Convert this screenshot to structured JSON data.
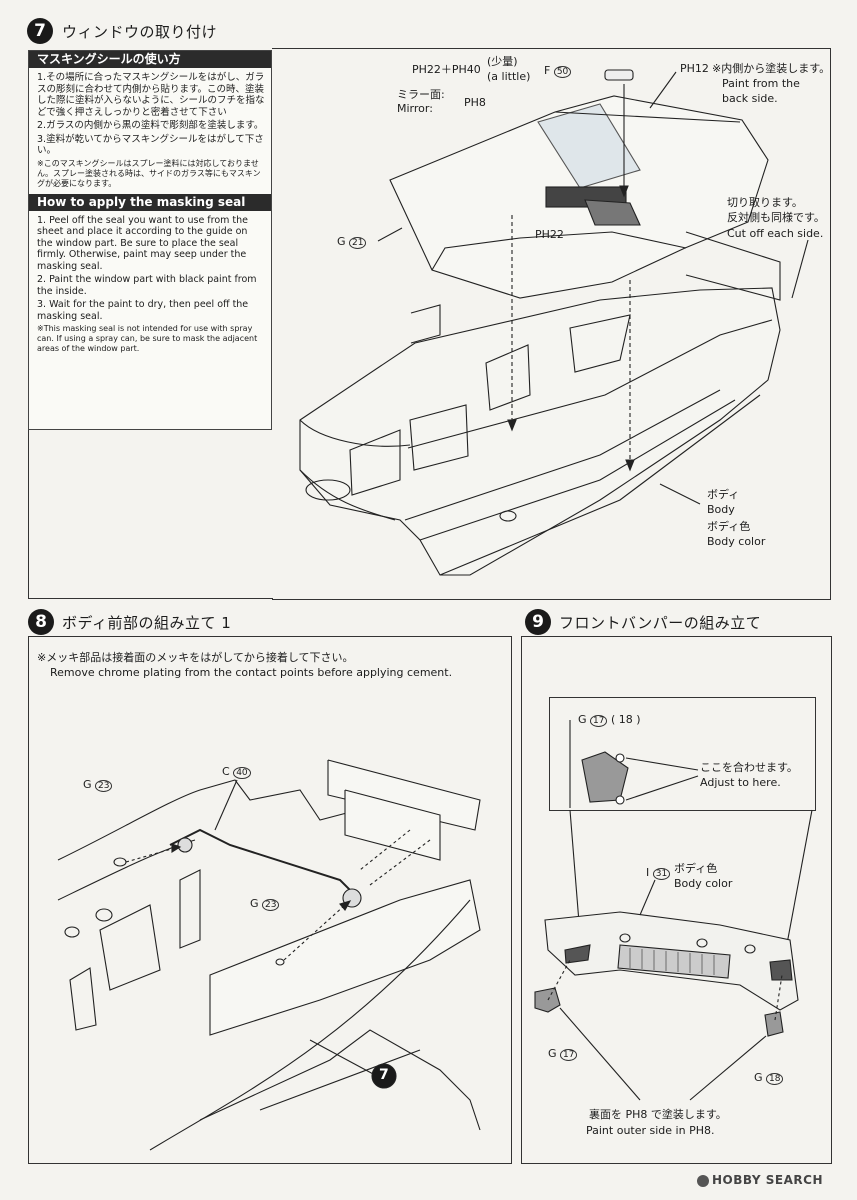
{
  "step7": {
    "number": "7",
    "title": "ウィンドウの取り付け",
    "masking_jp_header": "マスキングシールの使い方",
    "masking_jp_steps": [
      "1.その場所に合ったマスキングシールをはがし、ガラスの彫刻に合わせて内側から貼ります。この時、塗装した際に塗料が入らないように、シールのフチを指などで強く押さえしっかりと密着させて下さい",
      "2.ガラスの内側から黒の塗料で彫刻部を塗装します。",
      "3.塗料が乾いてからマスキングシールをはがして下さい。"
    ],
    "masking_jp_note": "※このマスキングシールはスプレー塗料には対応しておりません。スプレー塗装される時は、サイドのガラス等にもマスキングが必要になります。",
    "masking_en_header": "How to apply the masking seal",
    "masking_en_steps": [
      "1. Peel off the seal you want to use from the sheet and place it according to the guide on the window part. Be sure to place the seal firmly. Otherwise, paint may seep under the masking seal.",
      "2. Paint the window part with black paint from the inside.",
      "3. Wait for the paint to dry, then peel off the masking seal."
    ],
    "masking_en_note": "※This masking seal is not intended for use with spray can. If using a spray can, be sure to mask the adjacent areas of the window part.",
    "paint_mix": "PH22＋PH40",
    "paint_mix_jp": "(少量)",
    "paint_mix_en": "(a little)",
    "mirror_jp": "ミラー面:",
    "mirror_en": "Mirror:",
    "mirror_paint": "PH8",
    "part_f": "F",
    "part_f_num": "50",
    "ph12": "PH12",
    "ph12_jp": "※内側から塗装します。",
    "ph12_en1": "Paint from the",
    "ph12_en2": "back side.",
    "cut_jp1": "切り取ります。",
    "cut_jp2": "反対側も同様です。",
    "cut_en": "Cut off each side.",
    "part_g": "G",
    "part_g_num": "21",
    "ph22": "PH22",
    "body_jp": "ボディ",
    "body_en": "Body",
    "body_color_jp": "ボディ色",
    "body_color_en": "Body color"
  },
  "step8": {
    "number": "8",
    "title": "ボディ前部の組み立て 1",
    "note_jp": "※メッキ部品は接着面のメッキをはがしてから接着して下さい。",
    "note_en": "Remove chrome plating from the contact points before applying cement.",
    "part_c": "C",
    "part_c_num": "40",
    "part_g_a": "G",
    "part_g_a_num": "23",
    "part_g_b": "G",
    "part_g_b_num": "23",
    "ref_step": "7"
  },
  "step9": {
    "number": "9",
    "title": "フロントバンパーの組み立て",
    "inset_part": "G",
    "inset_part_num": "17",
    "inset_part_alt": "( 18 )",
    "adjust_jp": "ここを合わせます。",
    "adjust_en": "Adjust to here.",
    "part_i": "I",
    "part_i_num": "31",
    "i_color_jp": "ボディ色",
    "i_color_en": "Body color",
    "part_g17": "G",
    "part_g17_num": "17",
    "part_g18": "G",
    "part_g18_num": "18",
    "paint_jp": "裏面を PH8 で塗装します。",
    "paint_en": "Paint outer side in PH8."
  },
  "footer": {
    "logo_left": "HOBBY",
    "logo_right": "SEARCH"
  },
  "icons": [
    "circled-number-icon",
    "arrow-icon",
    "hobby-search-logo-icon"
  ]
}
